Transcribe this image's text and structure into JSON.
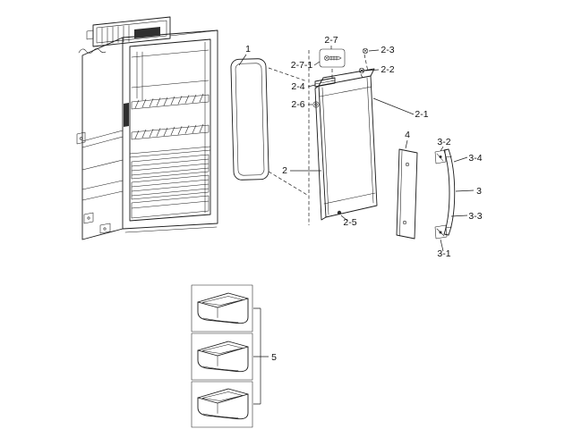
{
  "colors": {
    "background": "#ffffff",
    "line": "#1a1a1a",
    "dark_fill": "#2f2f2f"
  },
  "callouts": {
    "n1": "1",
    "n2": "2",
    "n2_1": "2-1",
    "n2_2": "2-2",
    "n2_3": "2-3",
    "n2_4": "2-4",
    "n2_5": "2-5",
    "n2_6": "2-6",
    "n2_7": "2-7",
    "n2_7_1": "2-7-1",
    "n3": "3",
    "n3_1": "3-1",
    "n3_2": "3-2",
    "n3_3": "3-3",
    "n3_4": "3-4",
    "n4": "4",
    "n5": "5"
  }
}
